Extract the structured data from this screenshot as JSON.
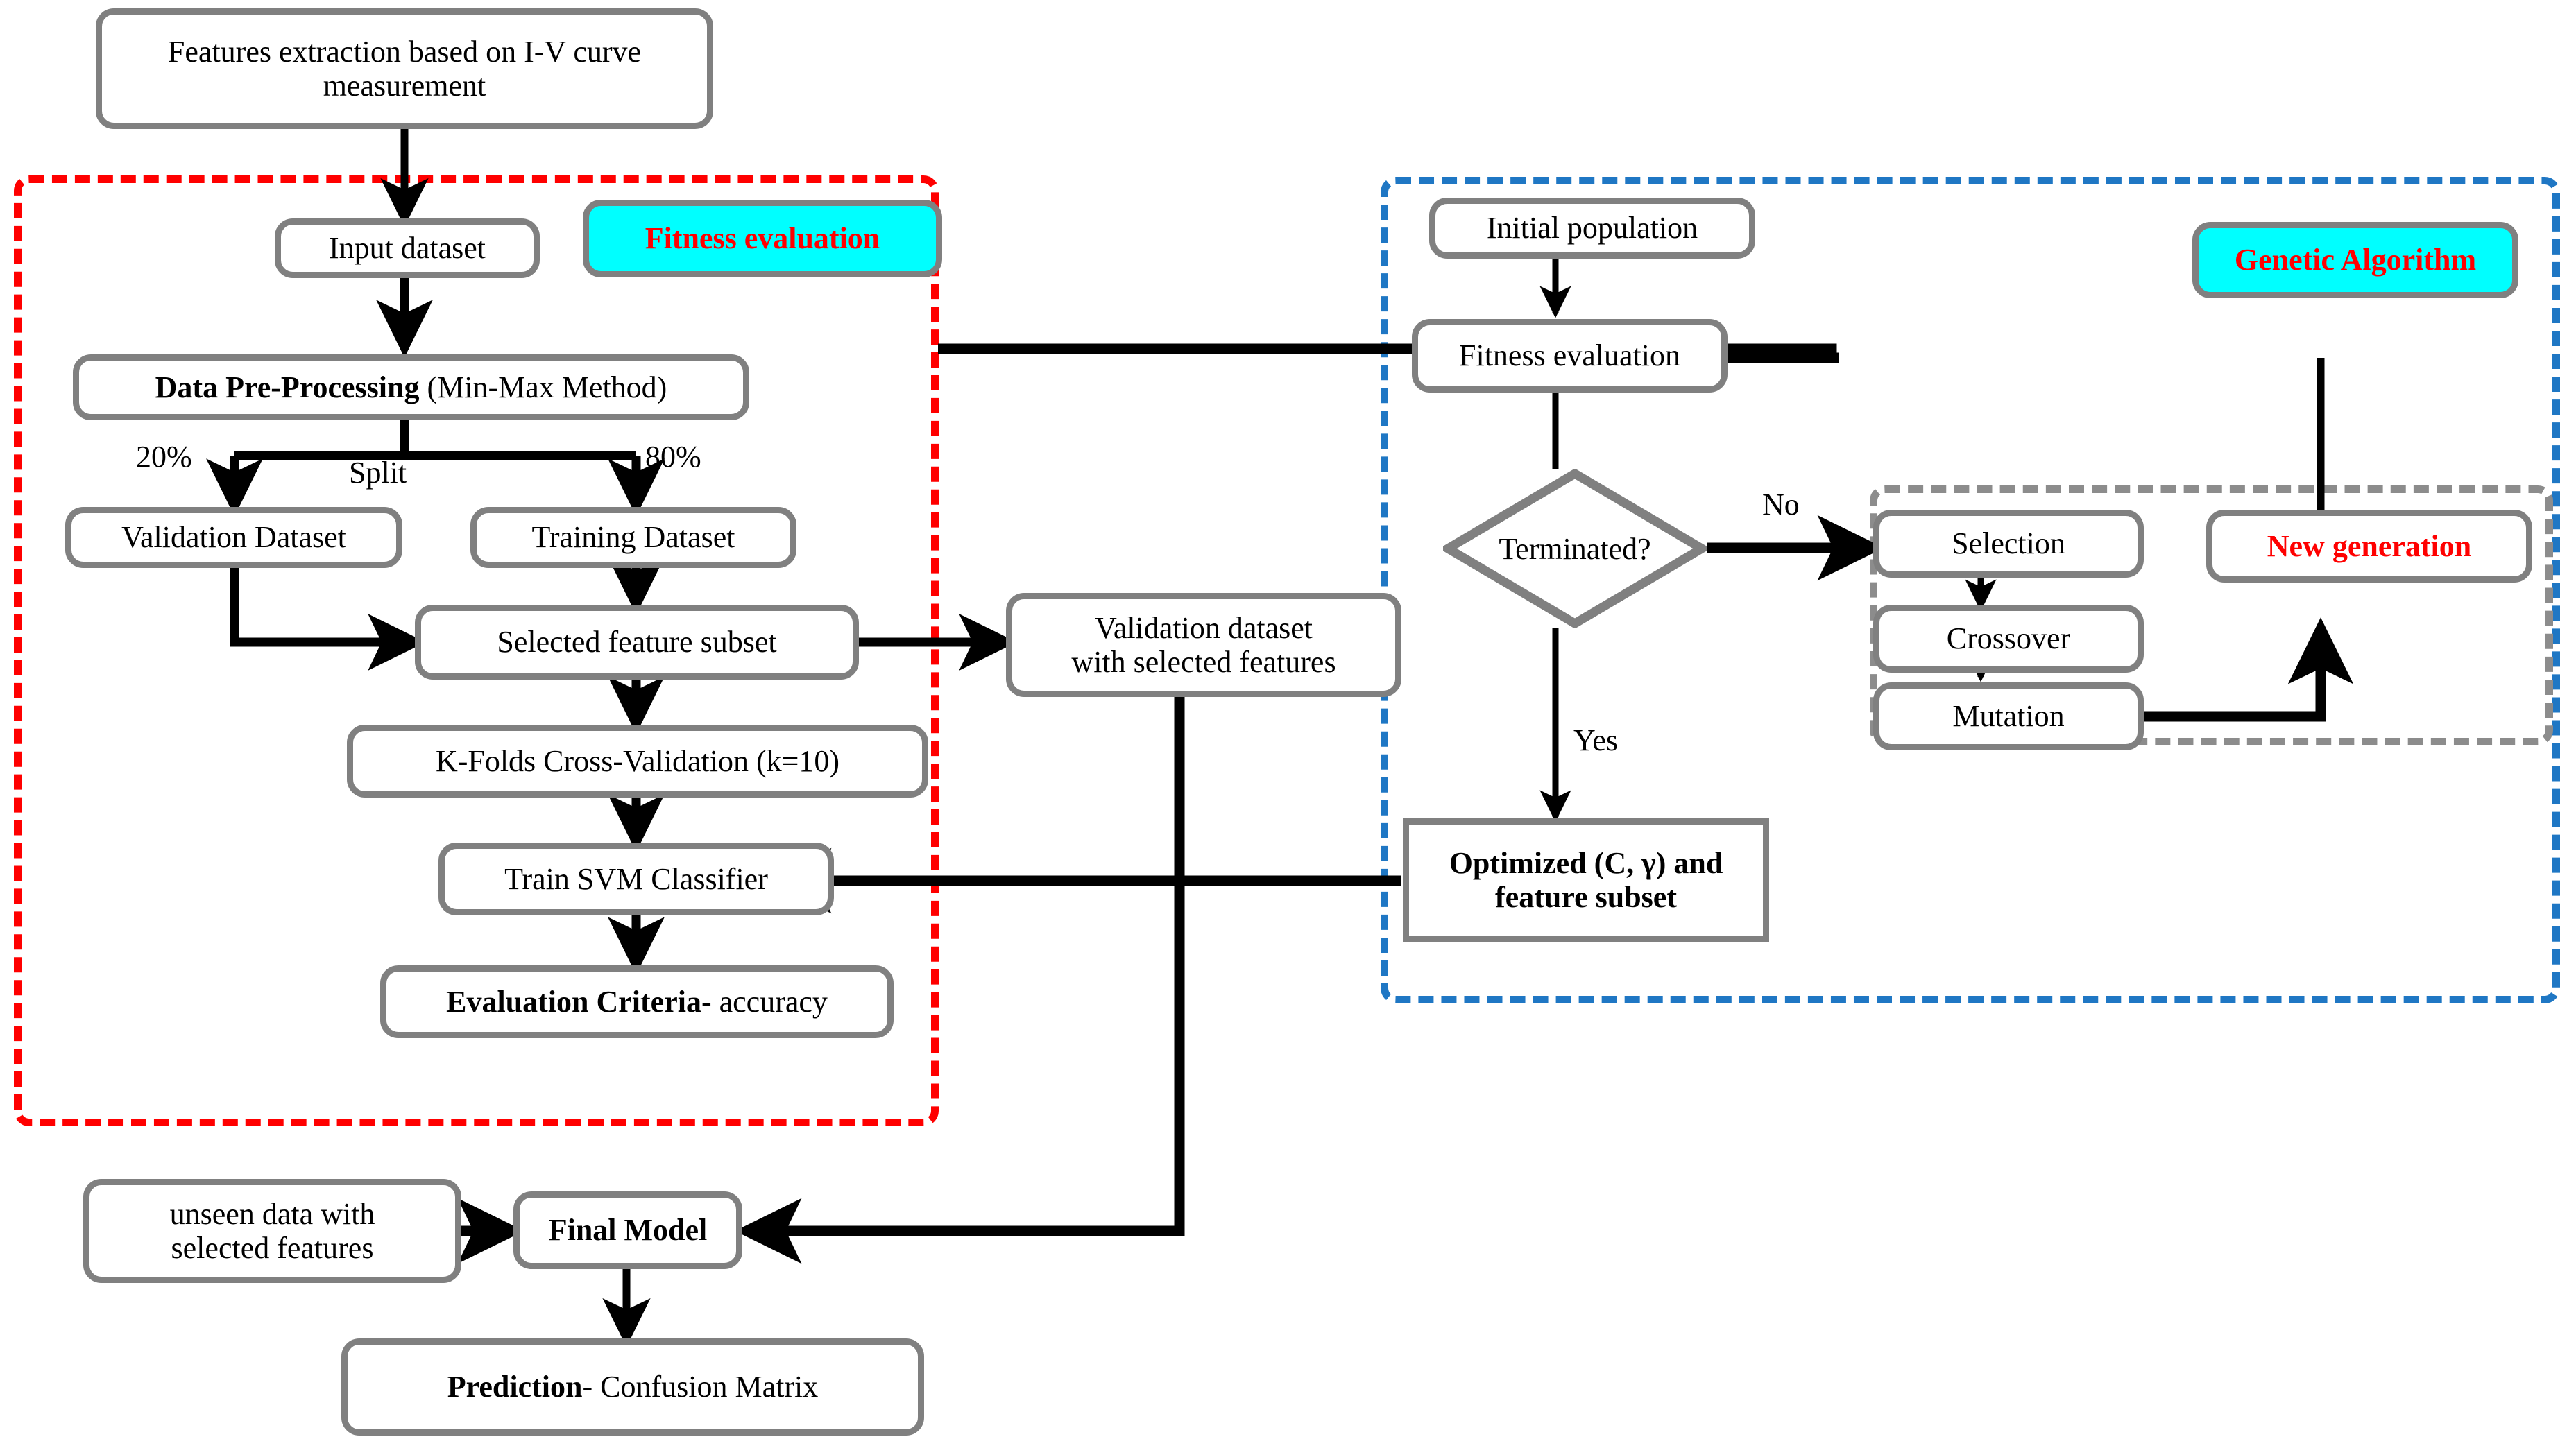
{
  "diagram": {
    "title": "GA-SVM feature selection and classification workflow",
    "colors": {
      "node_border": "#808080",
      "highlight_fill": "#00FFFF",
      "highlight_text": "#FF0000",
      "fitness_frame": "#FF0000",
      "ga_frame": "#1F77C4",
      "ga_inner_frame": "#8C8C8C",
      "arrow": "#000000"
    }
  },
  "nodes": {
    "features_extraction": {
      "line1": "Features extraction based on I-V curve",
      "line2": "measurement"
    },
    "input_dataset": {
      "label": "Input dataset"
    },
    "fitness_badge": {
      "label": "Fitness evaluation"
    },
    "data_preprocessing": {
      "bold": "Data Pre-Processing",
      "rest": " (Min-Max Method)"
    },
    "validation_dataset": {
      "label": "Validation Dataset"
    },
    "training_dataset": {
      "label": "Training Dataset"
    },
    "selected_feature_subset": {
      "label": "Selected feature subset"
    },
    "kfold_cv": {
      "label": "K-Folds Cross-Validation (k=10)"
    },
    "train_svm": {
      "label": "Train SVM Classifier"
    },
    "evaluation_criteria": {
      "bold": "Evaluation Criteria",
      "rest": "- accuracy"
    },
    "validation_with_features": {
      "line1": "Validation dataset",
      "line2": "with selected features"
    },
    "initial_population": {
      "label": "Initial population"
    },
    "ga_badge": {
      "label": "Genetic Algorithm"
    },
    "fitness_evaluation": {
      "label": "Fitness evaluation"
    },
    "terminated": {
      "label": "Terminated?"
    },
    "selection": {
      "label": "Selection"
    },
    "crossover": {
      "label": "Crossover"
    },
    "mutation": {
      "label": "Mutation"
    },
    "new_generation": {
      "label": "New generation"
    },
    "optimized_params": {
      "line1": "Optimized (C, γ) and",
      "line2": "feature subset"
    },
    "unseen_data": {
      "line1": "unseen data with",
      "line2": "selected features"
    },
    "final_model": {
      "label": "Final Model"
    },
    "prediction": {
      "bold": "Prediction",
      "rest": "- Confusion Matrix"
    }
  },
  "edge_labels": {
    "split": "Split",
    "pct_20": "20%",
    "pct_80": "80%",
    "no": "No",
    "yes": "Yes"
  }
}
